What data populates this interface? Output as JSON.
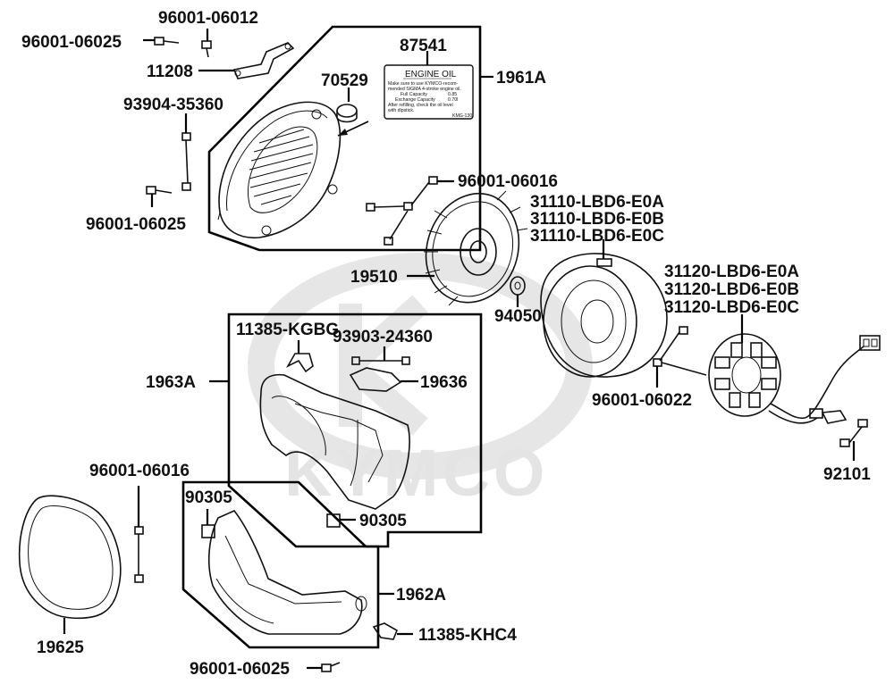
{
  "watermark": {
    "brand_text": "KYMCO"
  },
  "decal": {
    "title": "ENGINE OIL",
    "line1": "Make sure to use KYMCO-recom-",
    "line2": "mended SIGMA 4-stroke engine oil.",
    "line3": "Full Capacity",
    "line3_value": "0.85",
    "line4": "Exchange Capacity",
    "line4_value": "0.70l",
    "line5": "After refilling, check the oil level",
    "line6": "with dipstick.",
    "code": "KMG-130"
  },
  "labels": {
    "p96001_06012": "96001-06012",
    "p96001_06025_a": "96001-06025",
    "p11208": "11208",
    "p87541": "87541",
    "p70529": "70529",
    "p1961A": "1961A",
    "p93904_35360": "93904-35360",
    "p96001_06025_b": "96001-06025",
    "p96001_06016_a": "96001-06016",
    "p31110_a": "31110-LBD6-E0A",
    "p31110_b": "31110-LBD6-E0B",
    "p31110_c": "31110-LBD6-E0C",
    "p19510": "19510",
    "p94050": "94050",
    "p31120_a": "31120-LBD6-E0A",
    "p31120_b": "31120-LBD6-E0B",
    "p31120_c": "31120-LBD6-E0C",
    "p11385_kgbg": "11385-KGBG",
    "p93903_24360": "93903-24360",
    "p19636": "19636",
    "p1963A": "1963A",
    "p96001_06022": "96001-06022",
    "p92101": "92101",
    "p96001_06016_b": "96001-06016",
    "p90305_a": "90305",
    "p90305_b": "90305",
    "p1962A": "1962A",
    "p11385_khc4": "11385-KHC4",
    "p19625": "19625",
    "p96001_06025_c": "96001-06025"
  }
}
